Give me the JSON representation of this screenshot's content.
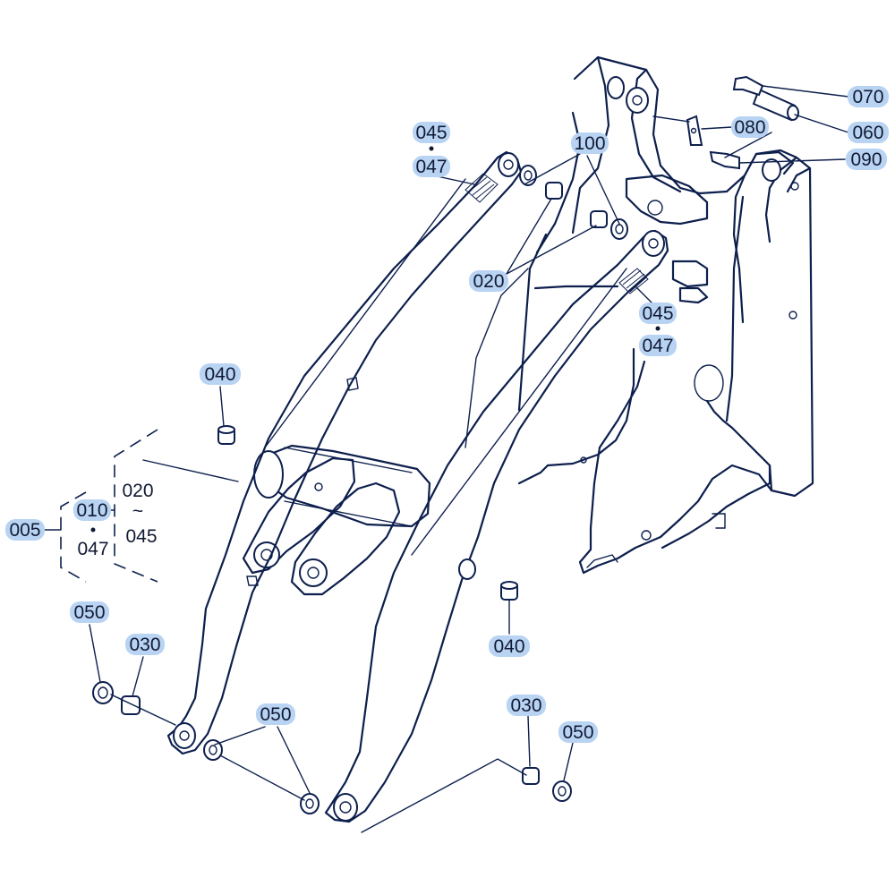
{
  "callouts": {
    "c005": "005",
    "c010": "010",
    "c020a": "020",
    "c020b": "020",
    "c030a": "030",
    "c030b": "030",
    "c040a": "040",
    "c040b": "040",
    "c045a": "045",
    "c045b": "045",
    "c045c": "045",
    "c047a": "047",
    "c047b": "047",
    "c047c": "047",
    "c050a": "050",
    "c050b": "050",
    "c050c": "050",
    "c060": "060",
    "c070": "070",
    "c080": "080",
    "c090": "090",
    "c100": "100",
    "range_wave": "~"
  },
  "colors": {
    "line": "#0d1f4d",
    "highlight": "#b9d3f3",
    "text": "#111a33"
  }
}
